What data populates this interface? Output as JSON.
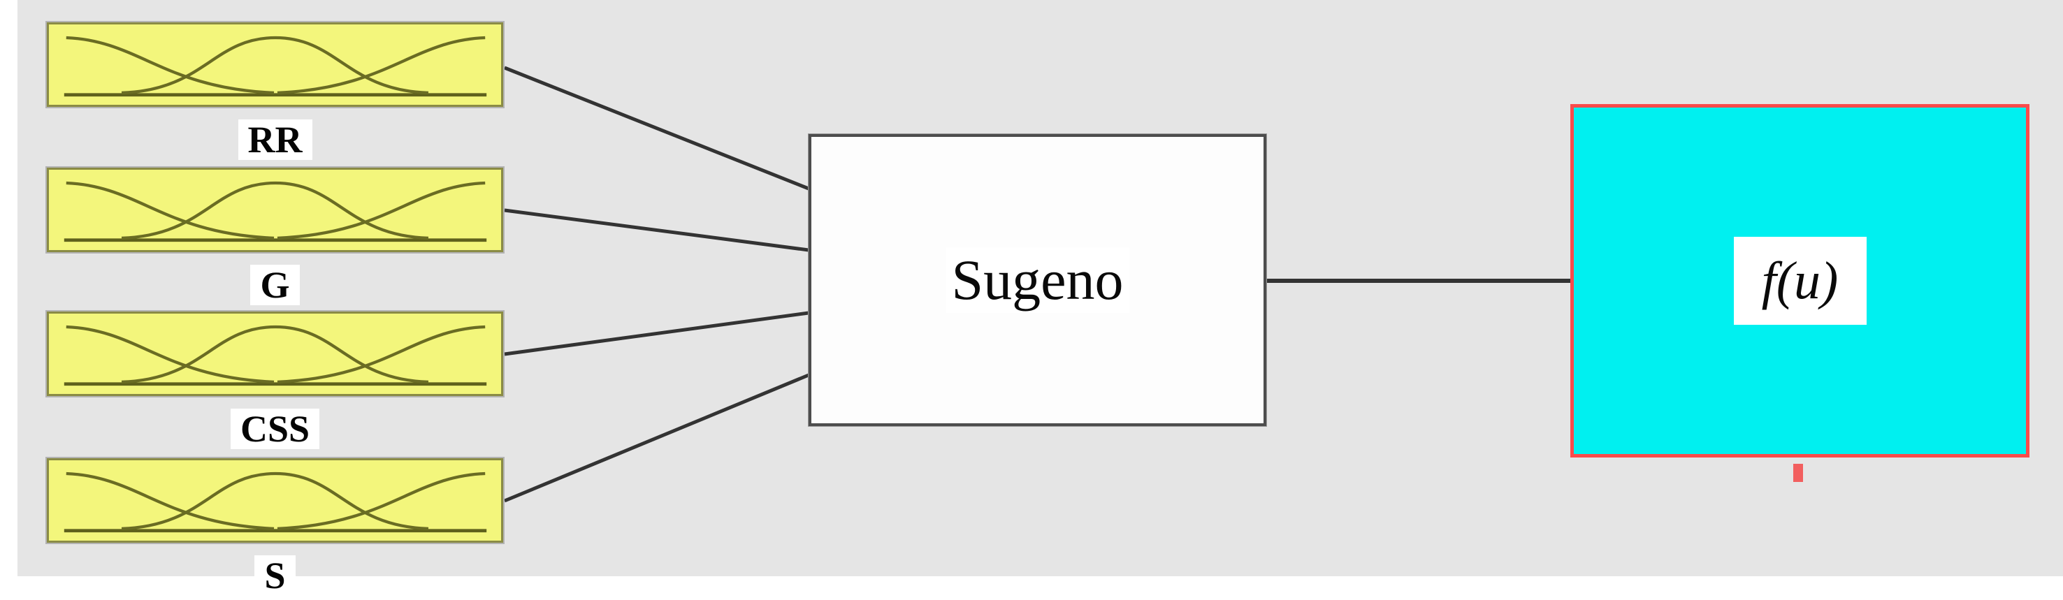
{
  "diagram": {
    "type": "fuzzy-inference-system-structure",
    "inputs": [
      {
        "label": "RR"
      },
      {
        "label": "G"
      },
      {
        "label": "CSS"
      },
      {
        "label": "S"
      }
    ],
    "inference": {
      "label": "Sugeno"
    },
    "output": {
      "label": "f(u)"
    },
    "connections": [
      {
        "from": "RR",
        "to": "Sugeno"
      },
      {
        "from": "G",
        "to": "Sugeno"
      },
      {
        "from": "CSS",
        "to": "Sugeno"
      },
      {
        "from": "S",
        "to": "Sugeno"
      },
      {
        "from": "Sugeno",
        "to": "f(u)"
      }
    ],
    "colors": {
      "background": "#e5e5e5",
      "input_fill": "#f3f67c",
      "input_border": "#8a8b45",
      "membership_curve": "#6a6c23",
      "inference_fill": "#fdfdfd",
      "inference_border": "#4d4d4d",
      "output_fill": "#00f0f0",
      "output_border": "#fa4b4b",
      "wire": "#333333",
      "text": "#050505"
    }
  }
}
